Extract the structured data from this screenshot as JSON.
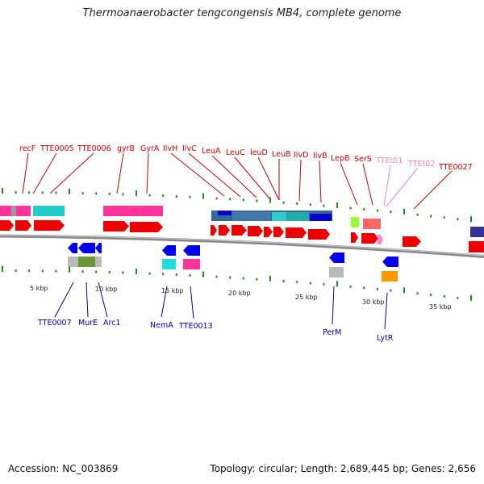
{
  "title": "Thermoanaerobacter tengcongensis MB4, complete genome",
  "accession_text": "Accession: NC_003869",
  "topology_text": "Topology: circular; Length: 2,689,445 bp; Genes: 2,656",
  "scale": {
    "unit_label": "kbp",
    "labels": [
      "5 kbp",
      "10 kbp",
      "15 kbp",
      "20 kbp",
      "25 kbp",
      "30 kbp",
      "35 kbp"
    ]
  },
  "genes_top": [
    {
      "name": "recF",
      "color": "#cc0000"
    },
    {
      "name": "TTE0005",
      "color": "#cc0000"
    },
    {
      "name": "TTE0006",
      "color": "#cc0000"
    },
    {
      "name": "gyrB",
      "color": "#cc0000"
    },
    {
      "name": "GyrA",
      "color": "#cc0000"
    },
    {
      "name": "IlvH",
      "color": "#cc0000"
    },
    {
      "name": "IlvC",
      "color": "#cc0000"
    },
    {
      "name": "LeuA",
      "color": "#cc0000"
    },
    {
      "name": "LeuC",
      "color": "#cc0000"
    },
    {
      "name": "leuD",
      "color": "#cc0000"
    },
    {
      "name": "LeuB",
      "color": "#cc0000"
    },
    {
      "name": "IlvD",
      "color": "#cc0000"
    },
    {
      "name": "IlvB",
      "color": "#cc0000"
    },
    {
      "name": "LepB",
      "color": "#cc0000"
    },
    {
      "name": "SerS",
      "color": "#cc0000"
    },
    {
      "name": "TTEt01",
      "color": "#ee88bb"
    },
    {
      "name": "TTEt02",
      "color": "#ee88bb"
    },
    {
      "name": "TTE0027",
      "color": "#cc0000"
    }
  ],
  "genes_bottom": [
    {
      "name": "TTE0007"
    },
    {
      "name": "MurE"
    },
    {
      "name": "Arc1"
    },
    {
      "name": "NemA"
    },
    {
      "name": "TTE0013"
    },
    {
      "name": "PerM"
    },
    {
      "name": "LytR"
    }
  ],
  "colors": {
    "forward_strand": "#ee0000",
    "reverse_strand": "#0000ee",
    "label_top": "#cc0000",
    "label_bottom": "#0000aa",
    "tick": "#228822",
    "backbone": "#777777"
  }
}
